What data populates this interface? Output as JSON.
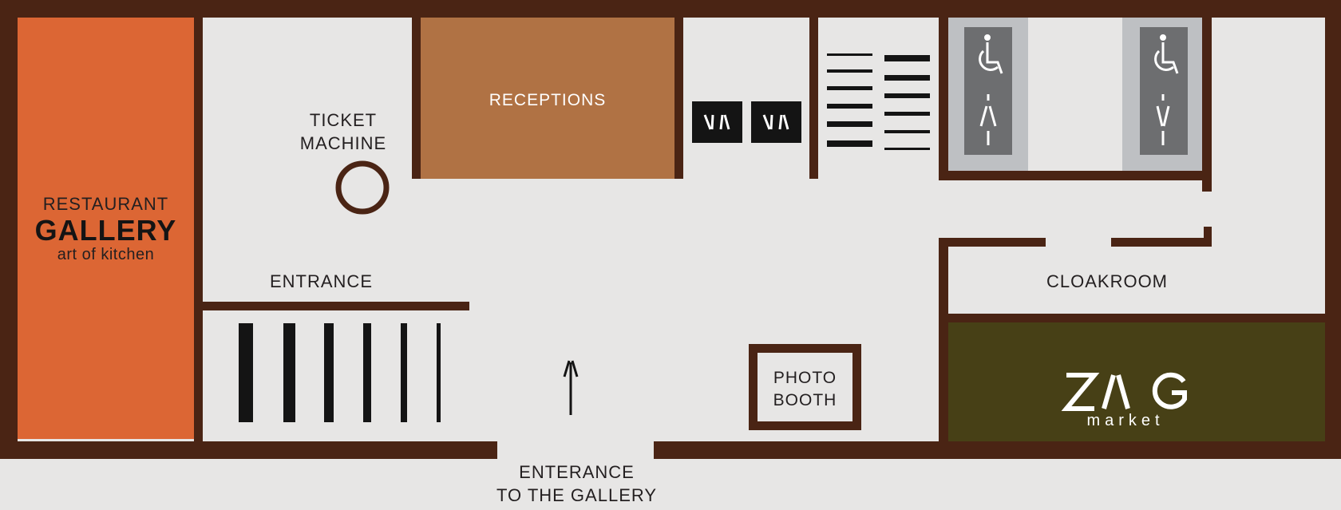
{
  "colors": {
    "wall": "#4a2414",
    "floor": "#e7e6e5",
    "restaurant": "#dc6634",
    "reception": "#b07244",
    "market": "#474016",
    "toilet_panel": "#bec0c3",
    "toilet_sign": "#6d6e70",
    "dark": "#141414"
  },
  "restaurant": {
    "line1": "RESTAURANT",
    "name": "GALLERY",
    "tagline": "art of kitchen"
  },
  "reception": {
    "label": "RECEPTIONS"
  },
  "ticket_machine": {
    "line1": "TICKET",
    "line2": "MACHINE"
  },
  "entrance": {
    "label": "ENTRANCE"
  },
  "photo_booth": {
    "line1": "PHOTO",
    "line2": "BOOTH"
  },
  "cloakroom": {
    "label": "CLOAKROOM"
  },
  "market": {
    "brand": "Z/\\G",
    "sub": "market"
  },
  "gallery_entrance": {
    "line1": "ENTERANCE",
    "line2": "TO THE GALLERY"
  },
  "icons": {
    "lift": "V/\\",
    "accessible": "wheelchair-icon",
    "female": "woman-icon",
    "male": "man-icon",
    "stairs": "stairs-icon",
    "arrow": "arrow-up-icon"
  }
}
